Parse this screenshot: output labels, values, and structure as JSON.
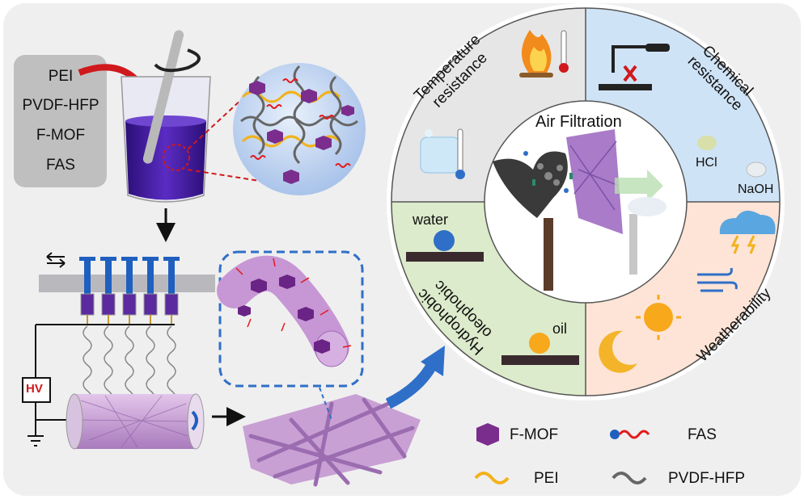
{
  "components": [
    "PEI",
    "PVDF-HFP",
    "F-MOF",
    "FAS"
  ],
  "voltage_label": "HV",
  "center_title": "Air Filtration",
  "segments": {
    "temperature": {
      "line1": "Temperature",
      "line2": "resistance"
    },
    "chemical": {
      "line1": "Chemical",
      "line2": "resistance",
      "acid": "HCl",
      "base": "NaOH"
    },
    "weather": {
      "label": "Weatherability"
    },
    "hydrophobic": {
      "line1": "Hydrophobic",
      "line2": "oleophobic",
      "water": "water",
      "oil": "oil"
    }
  },
  "legend": [
    {
      "icon": "mof-icon",
      "label": "F-MOF"
    },
    {
      "icon": "fas-icon",
      "label": "FAS"
    },
    {
      "icon": "pei-icon",
      "label": "PEI"
    },
    {
      "icon": "pvdf-icon",
      "label": "PVDF-HFP"
    }
  ],
  "colors": {
    "panel_bg": "#efefef",
    "solution_purple": "#4a1ea8",
    "fiber_pink": "#b98bc8",
    "mof_purple": "#7b2d8e",
    "pei_orange": "#f2b21b",
    "pvdf_gray": "#666666",
    "fas_red": "#e31a1c",
    "arrow_blue": "#2f6fc8",
    "seg_temperature": "#e6e6e6",
    "seg_chemical": "#cfe3f6",
    "seg_weather": "#fde4d6",
    "seg_hydrophobic": "#dcebcb"
  }
}
